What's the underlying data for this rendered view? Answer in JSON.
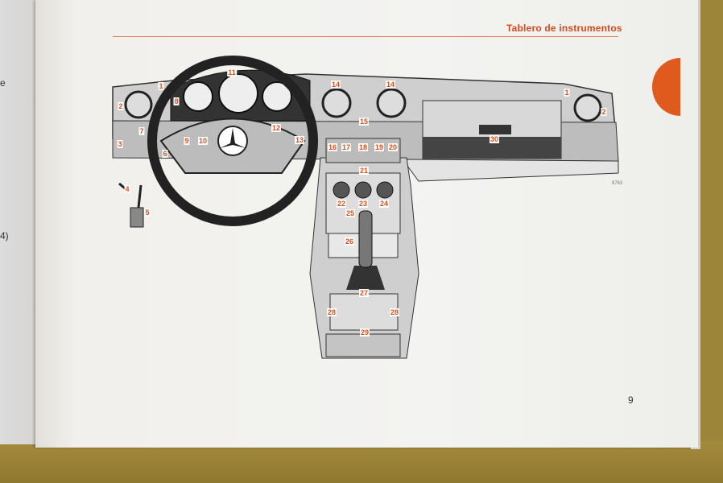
{
  "header": {
    "title": "Tablero de instrumentos"
  },
  "page_number": "9",
  "figure_code": "8763",
  "left_page_fragments": [
    "e",
    "4)"
  ],
  "callouts": [
    "1",
    "2",
    "11",
    "8",
    "14",
    "14",
    "1",
    "2",
    "7",
    "9",
    "10",
    "12",
    "13",
    "3",
    "6",
    "15",
    "16",
    "17",
    "18",
    "19",
    "20",
    "21",
    "30",
    "4",
    "5",
    "22",
    "23",
    "24",
    "25",
    "26",
    "27",
    "28",
    "28",
    "29"
  ],
  "colors": {
    "accent": "#d9501e",
    "tab_marker": "#e05a1e"
  }
}
